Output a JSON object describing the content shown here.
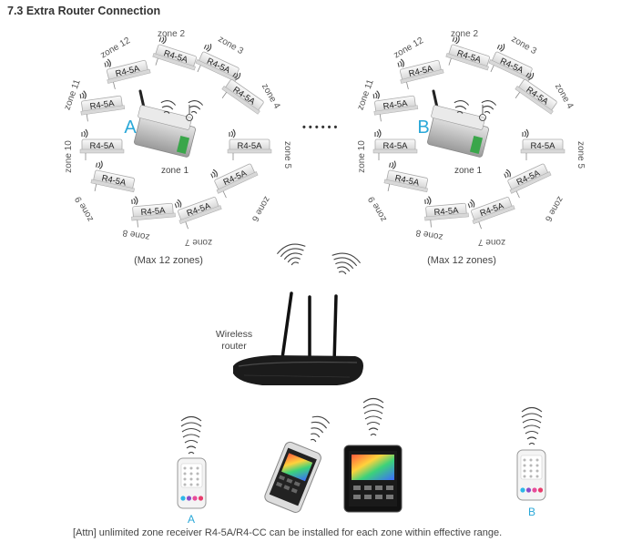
{
  "heading": "7.3 Extra Router Connection",
  "groups": [
    {
      "letter": "A",
      "center_label": "zone 1",
      "max_label": "(Max 12 zones)",
      "receiver_label": "R4-5A",
      "zones": [
        "zone 2",
        "zone 3",
        "zone 4",
        "zone 5",
        "zone 6",
        "zone 7",
        "zone 8",
        "zone 9",
        "zone 10",
        "zone 11",
        "zone 12"
      ]
    },
    {
      "letter": "B",
      "center_label": "zone 1",
      "max_label": "(Max 12 zones)",
      "receiver_label": "R4-5A",
      "zones": [
        "zone 2",
        "zone 3",
        "zone 4",
        "zone 5",
        "zone 6",
        "zone 7",
        "zone 8",
        "zone 9",
        "zone 10",
        "zone 11",
        "zone 12"
      ]
    }
  ],
  "ellipsis": "• • • • • •",
  "router_label_line1": "Wireless",
  "router_label_line2": "router",
  "remote_a_label": "A",
  "remote_b_label": "B",
  "attn_text": "[Attn] unlimited zone receiver R4-5A/R4-CC can be installed for each zone within effective range.",
  "colors": {
    "accent": "#2aa8d8",
    "text": "#444444",
    "device": "#e8e8e8",
    "router": "#1a1a1a"
  }
}
